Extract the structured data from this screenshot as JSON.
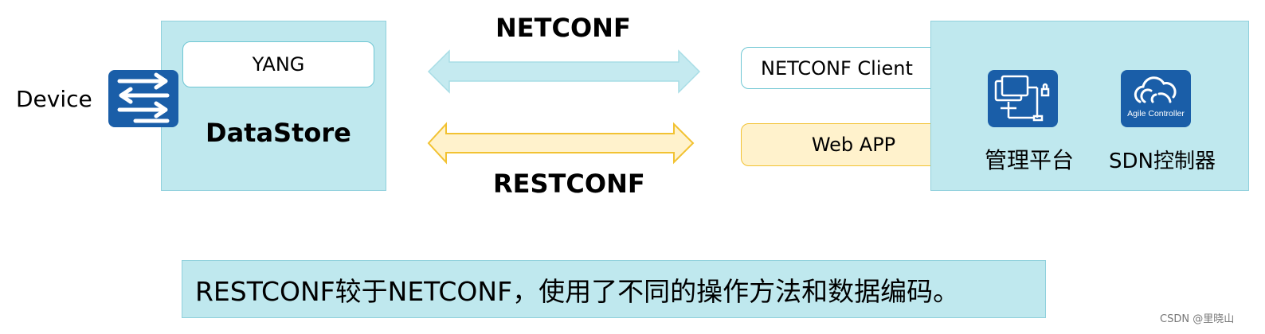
{
  "device": {
    "label": "Device",
    "yang": "YANG",
    "datastore": "DataStore",
    "icon": "network-switch-icon"
  },
  "protocols": {
    "netconf": "NETCONF",
    "restconf": "RESTCONF"
  },
  "client_side": {
    "netconf_client": "NETCONF Client",
    "web_app": "Web APP",
    "mgmt_platform": {
      "label": "管理平台",
      "icon": "management-platform-icon"
    },
    "sdn_controller": {
      "label": "SDN控制器",
      "icon": "agile-controller-icon",
      "icon_text": "Agile Controller"
    }
  },
  "note": "RESTCONF较于NETCONF，使用了不同的操作方法和数据编码。",
  "watermark": "CSDN @里晓山",
  "colors": {
    "cyan_fill": "#bfe8ee",
    "cyan_border": "#8fd0dc",
    "netconf_arrow": "#c5eaf0",
    "restconf_arrow_fill": "#fff2cc",
    "restconf_arrow_border": "#f2c232",
    "icon_blue": "#1a5ea8"
  }
}
